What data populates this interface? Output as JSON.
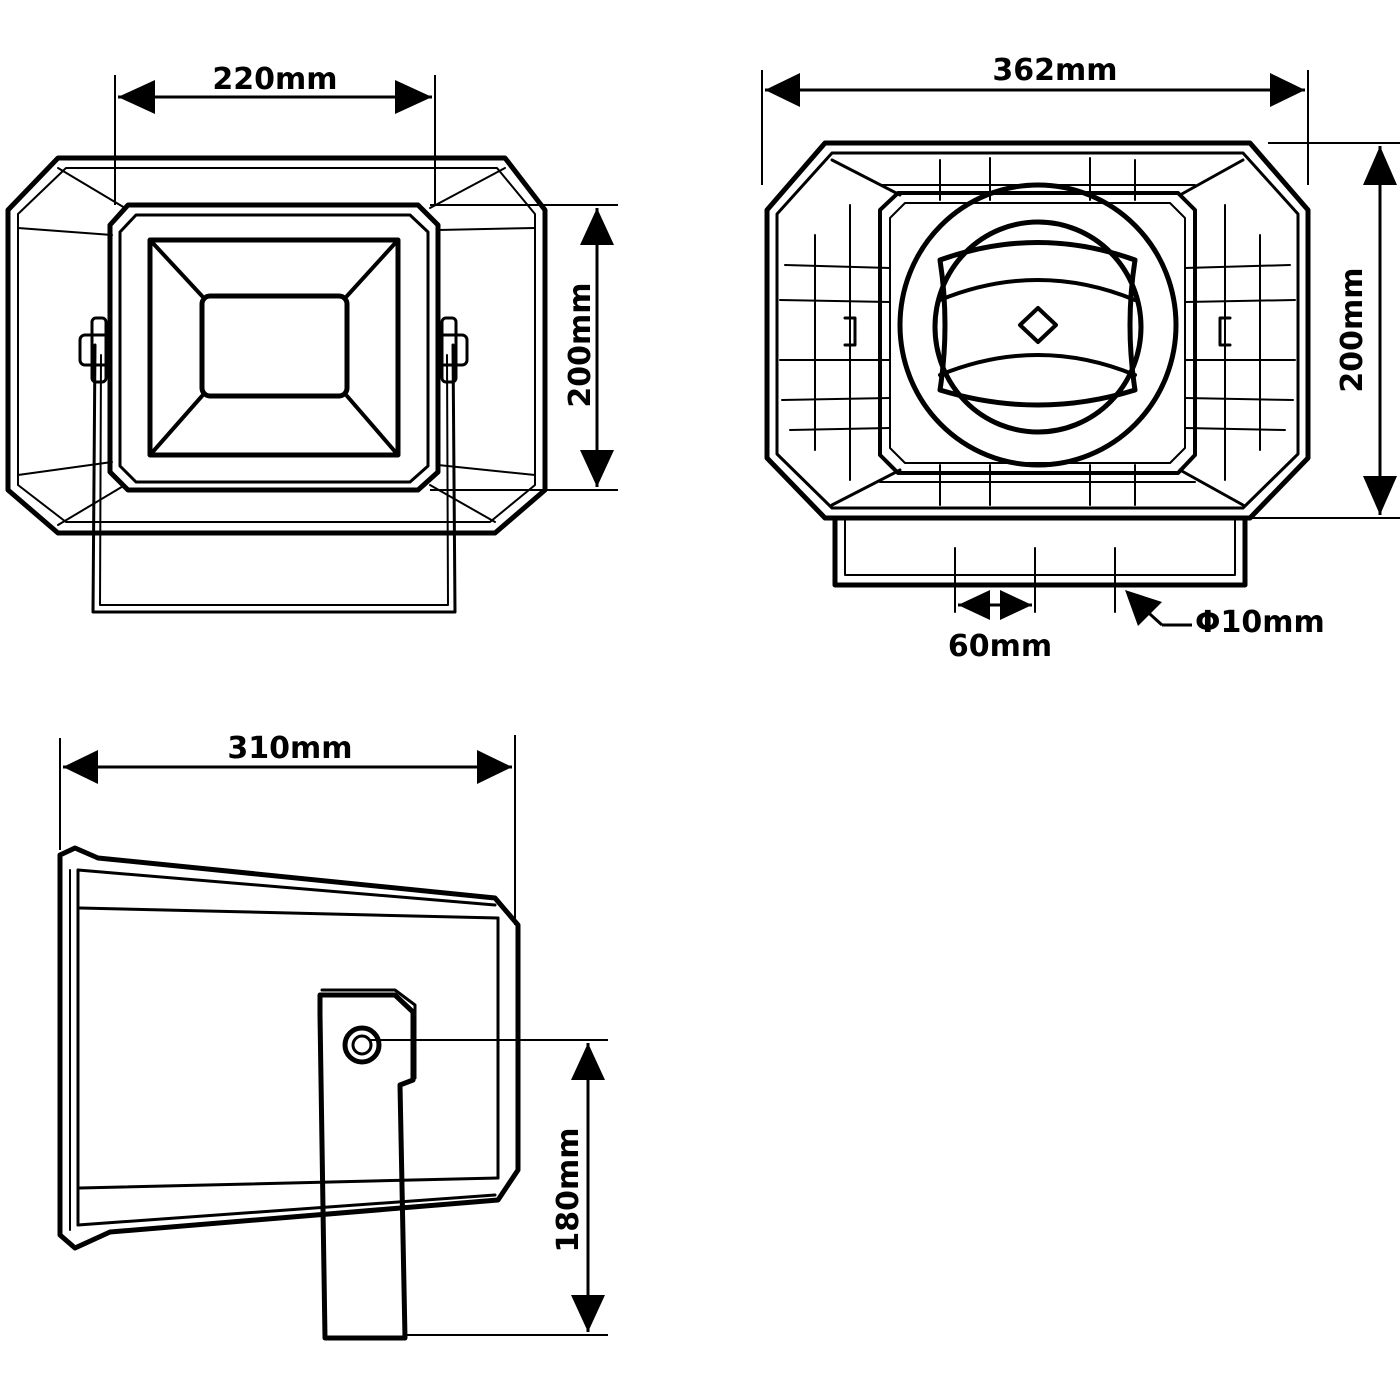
{
  "front_view": {
    "width_label": "220mm",
    "height_label": "200mm"
  },
  "rear_view": {
    "width_label": "362mm",
    "height_label": "200mm",
    "slot_spacing_label": "60mm",
    "hole_diameter_label": "Φ10mm"
  },
  "side_view": {
    "depth_label": "310mm",
    "mount_height_label": "180mm"
  }
}
